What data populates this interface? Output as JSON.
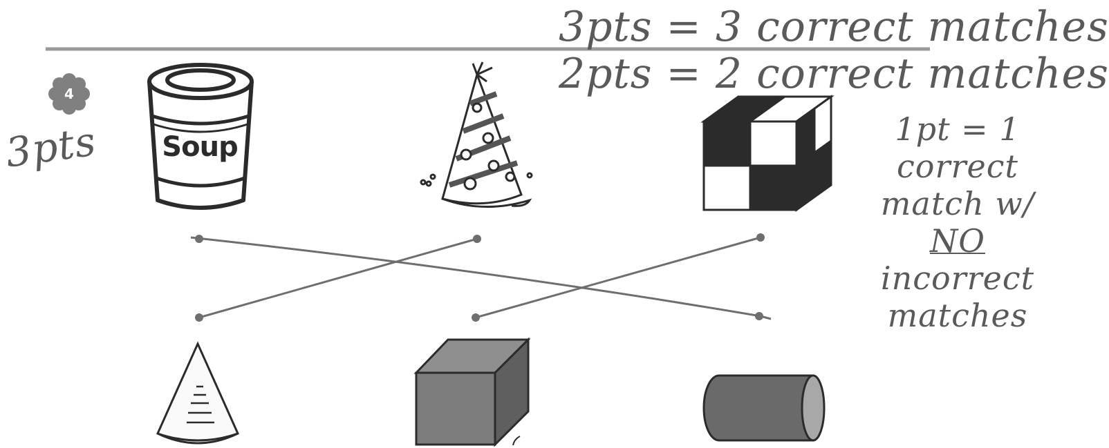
{
  "problem": {
    "number": "4",
    "points": "3pts"
  },
  "rubric": {
    "line1": "3pts = 3 correct matches",
    "line2": "2pts = 2 correct matches",
    "line3_prefix": "1pt = 1 correct match w/ ",
    "line3_emph": "NO",
    "line3_suffix": " incorrect matches"
  },
  "objects": {
    "top": [
      {
        "name": "soup-can",
        "label": "Soup"
      },
      {
        "name": "party-hat"
      },
      {
        "name": "checkered-cube"
      }
    ],
    "bottom": [
      {
        "name": "cone"
      },
      {
        "name": "cube"
      },
      {
        "name": "cylinder"
      }
    ]
  },
  "matches": [
    {
      "from": "soup-can",
      "to": "cylinder"
    },
    {
      "from": "party-hat",
      "to": "cone"
    },
    {
      "from": "checkered-cube",
      "to": "cube"
    }
  ],
  "colors": {
    "ink": "#5a5a5a",
    "line": "#6e6e6e",
    "badge": "#7a7a7a"
  }
}
